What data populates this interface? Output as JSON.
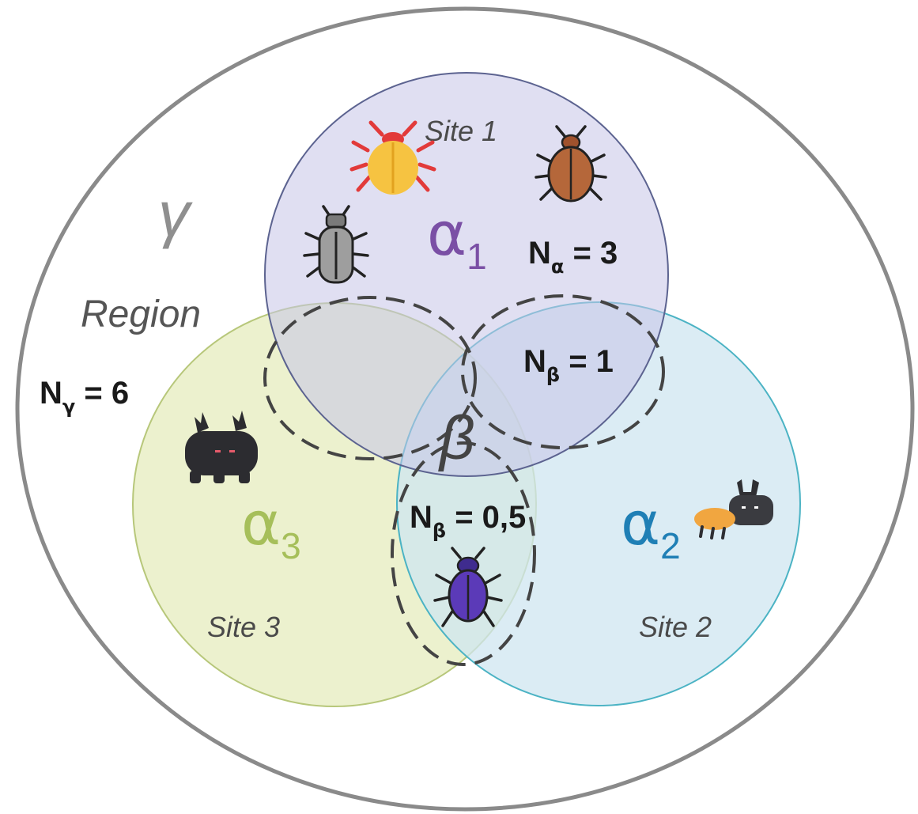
{
  "region": {
    "symbol": "γ",
    "label": "Region",
    "count_letter": "N",
    "count_sub": "γ",
    "count_rest": " = 6",
    "color": "#8f8f8f"
  },
  "sites": [
    {
      "name": "Site 1",
      "symbol": "α",
      "sub": "1",
      "color": "#7a4fa5",
      "fill": "#c9c6ea"
    },
    {
      "name": "Site 2",
      "symbol": "α",
      "sub": "2",
      "color": "#1f7fb5",
      "fill": "#cde7f2"
    },
    {
      "name": "Site 3",
      "symbol": "α",
      "sub": "3",
      "color": "#a6bf5a",
      "fill": "#e4eab8"
    }
  ],
  "beta": {
    "symbol": "β",
    "color": "#444444"
  },
  "counts": {
    "alpha": {
      "letter": "N",
      "sub": "α",
      "rest": " = 3"
    },
    "beta_12": {
      "letter": "N",
      "sub": "β",
      "rest": " = 1"
    },
    "beta_23": {
      "letter": "N",
      "sub": "β",
      "rest": " = 0,5"
    }
  },
  "icons": [
    "red-ladybug-beetle-icon",
    "brown-beetle-icon",
    "grey-beetle-icon",
    "black-horned-beetle-icon",
    "purple-scarab-beetle-icon",
    "stag-beetle-icon"
  ]
}
